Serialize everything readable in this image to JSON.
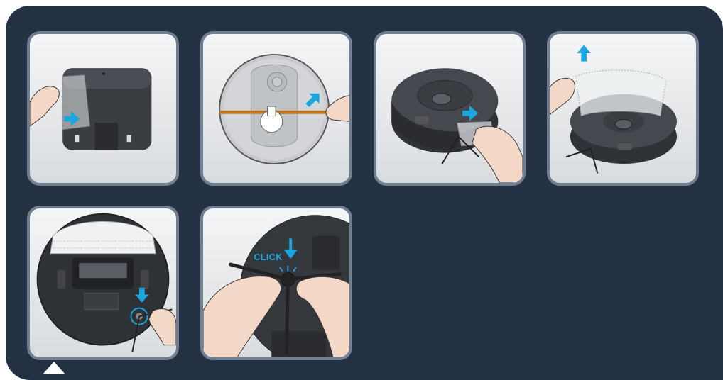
{
  "steps": [
    {
      "id": 1,
      "icon": "dock-film-removal-icon"
    },
    {
      "id": 2,
      "icon": "robot-bottom-strip-icon"
    },
    {
      "id": 3,
      "icon": "robot-side-film-icon"
    },
    {
      "id": 4,
      "icon": "robot-top-film-icon"
    },
    {
      "id": 5,
      "icon": "robot-underside-brush-icon"
    },
    {
      "id": 6,
      "icon": "side-brush-click-icon"
    }
  ],
  "click_label": "CLICK",
  "colors": {
    "background": "#243142",
    "panel_border": "#6f7e90",
    "arrow": "#1aa6df",
    "device": "#3a3d42",
    "hand": "#f3d7c7"
  }
}
